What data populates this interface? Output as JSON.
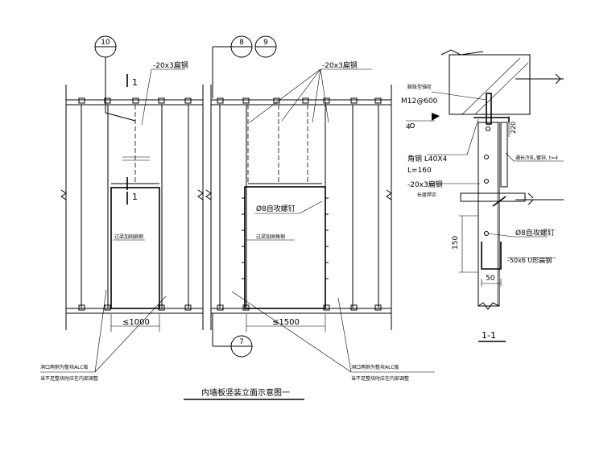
{
  "labels": {
    "bubble_10": "10",
    "bubble_8": "8",
    "bubble_9": "9",
    "bubble_7": "7",
    "flat_bar_left": "-20x3扁钢",
    "flat_bar_mid": "-20x3扁钢",
    "section_mark_top": "1",
    "section_mark_mid": "1",
    "frame_left": "过梁加固扁钢",
    "frame_mid": "过梁加固角钢",
    "screw_mid": "Ø8自攻螺钉",
    "dim_left": "≤1000",
    "dim_mid": "≤1500",
    "note_left_1": "洞口两侧为整块ALC板",
    "note_left_2": "当不足整块时应在内部调整",
    "note_right_1": "洞口两侧为整块ALC板",
    "note_right_2": "当不足整块时应在内部调整",
    "main_title": "内墙板竖装立面示意图一",
    "sec_anchor": "膨胀型锚栓",
    "sec_anchor_spec": "M12@600",
    "sec_weld": "4",
    "sec_angle": "角钢 L40X4",
    "sec_angle_len": "L=160",
    "sec_flat": "-20x3扁钢",
    "sec_full_weld": "长度焊实",
    "sec_cold_plate": "通长冷轧,镀锌, t=4",
    "sec_screw": "Ø8自攻螺钉",
    "sec_u_steel": "-50x6 U形扁钢",
    "sec_dim_220": "220",
    "sec_dim_150": "150",
    "sec_dim_50": "50",
    "sec_title": "1-1"
  }
}
